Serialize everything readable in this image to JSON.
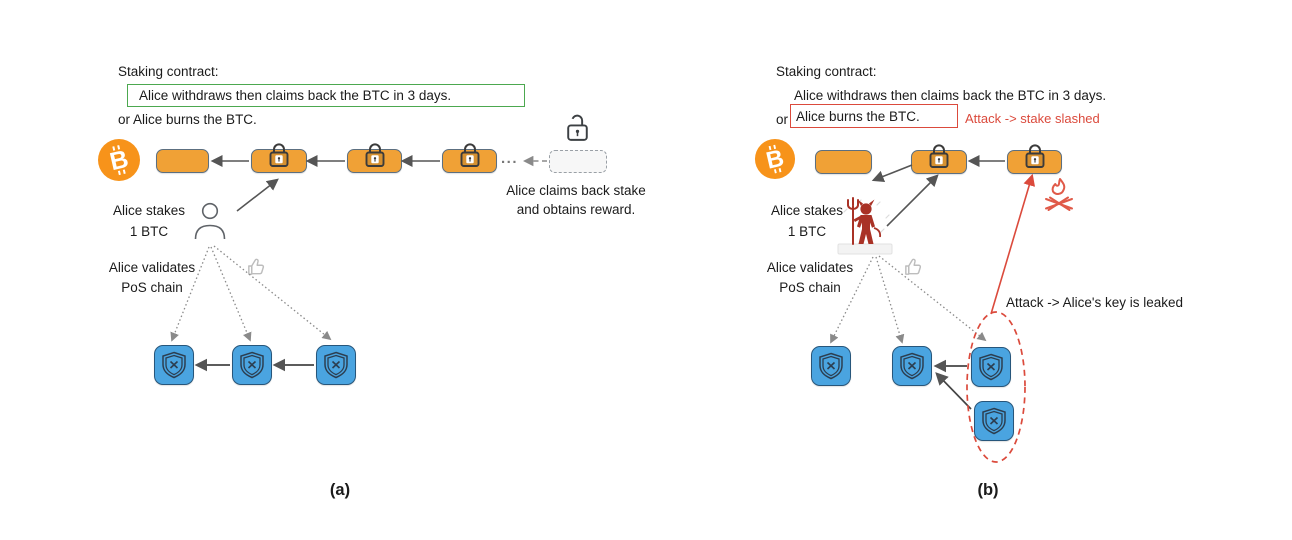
{
  "figure": {
    "panel_a": {
      "caption": "(a)",
      "contract_title": "Staking contract:",
      "withdraw_clause": "Alice withdraws then claims back the BTC in 3 days.",
      "burn_clause_line": "or Alice burns the BTC.",
      "chain_ellipsis": "...",
      "claim_note_line1": "Alice claims back stake",
      "claim_note_line2": "and obtains reward.",
      "stakes_line1": "Alice stakes",
      "stakes_line2": "1 BTC",
      "validates_line1": "Alice validates",
      "validates_line2": "PoS chain"
    },
    "panel_b": {
      "caption": "(b)",
      "contract_title": "Staking contract:",
      "withdraw_clause": "Alice withdraws then claims back the BTC in 3 days.",
      "burn_prefix": "or",
      "burn_clause": "Alice burns the BTC.",
      "attack_slashed_label": "Attack -> stake slashed",
      "attack_key_label": "Attack -> Alice's key is leaked",
      "stakes_line1": "Alice stakes",
      "stakes_line2": "1 BTC",
      "validates_line1": "Alice validates",
      "validates_line2": "PoS chain"
    },
    "icons": {
      "btc_logo": "bitcoin-coin",
      "lock_closed": "closed-padlock",
      "lock_open": "open-padlock",
      "validator_block": "shield-with-cross",
      "staker": "person-outline",
      "attacker": "devil-with-trident",
      "approval": "thumbs-up",
      "burn": "campfire"
    },
    "colors": {
      "btc_block_fill": "#F0A136",
      "btc_block_border": "#5C6F80",
      "pos_block_fill": "#4AA4E0",
      "pos_block_border": "#27567B",
      "btc_logo_orange": "#F7931A",
      "highlight_green": "#4CA84F",
      "alert_red": "#DB4A3C",
      "arrow_dark": "#555555",
      "dotted_gray": "#8A8A8A"
    }
  }
}
